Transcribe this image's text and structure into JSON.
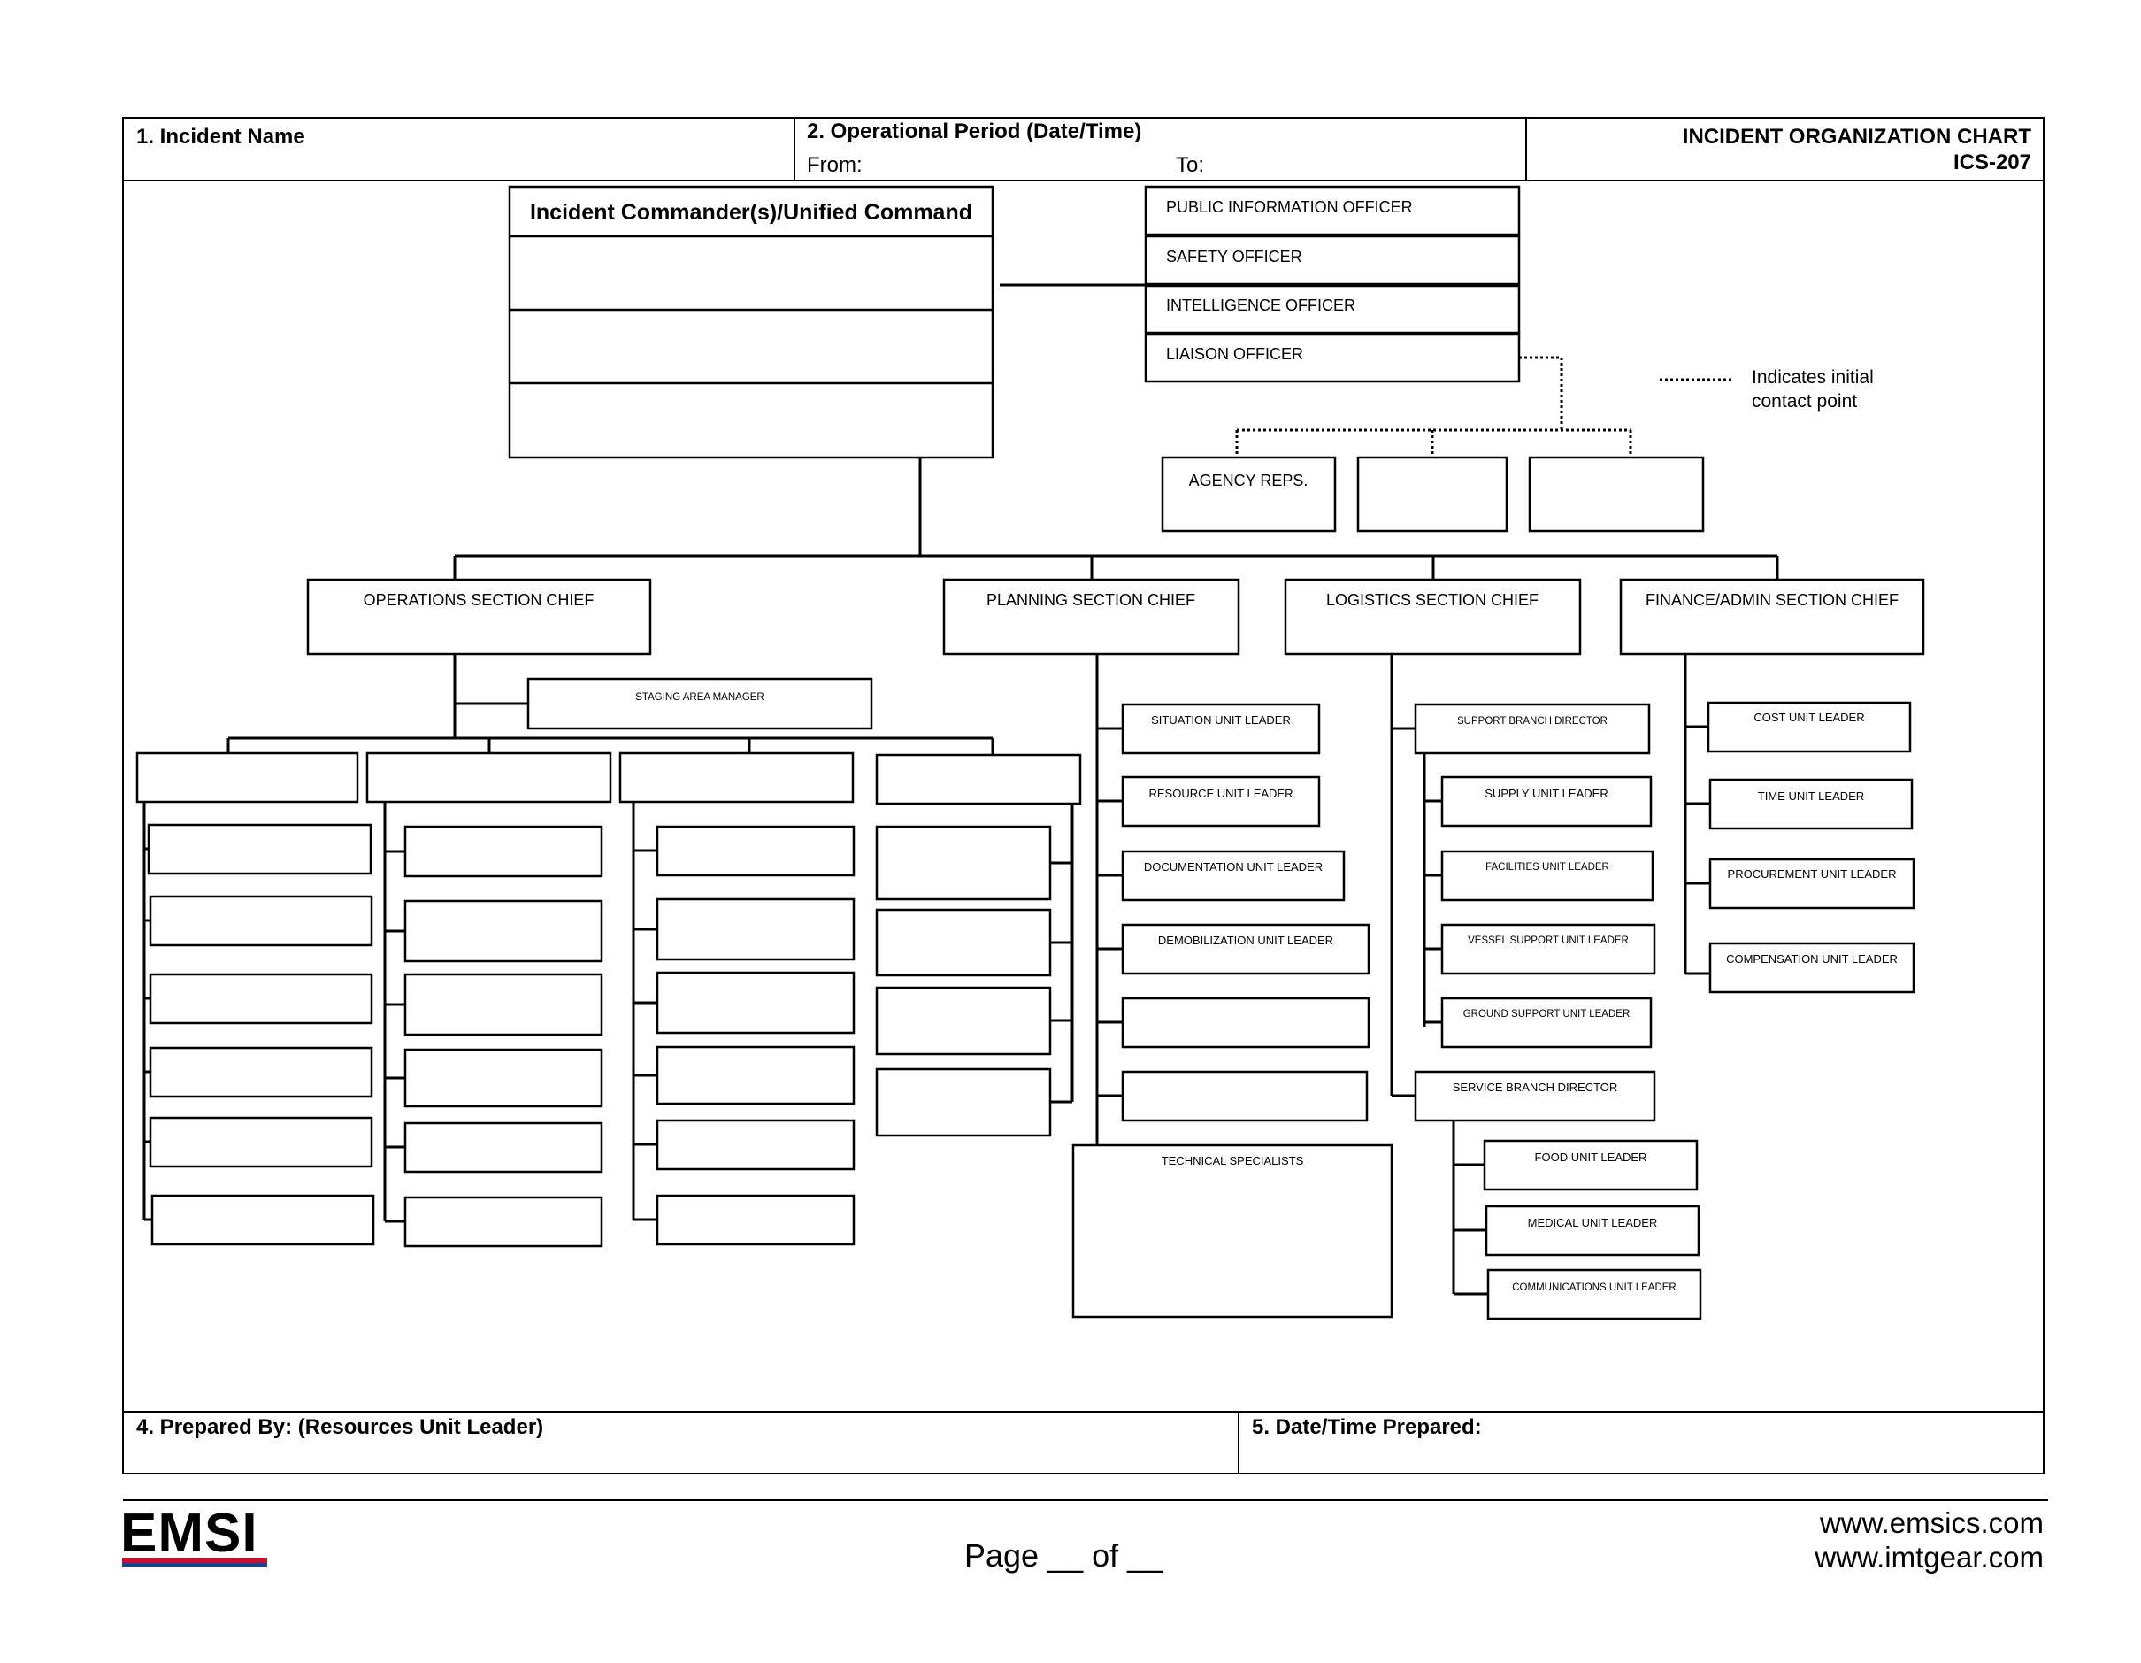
{
  "header": {
    "incident_name_label": "1. Incident Name",
    "op_period_label": "2. Operational Period (Date/Time)",
    "from_label": "From:",
    "to_label": "To:",
    "form_title": "INCIDENT ORGANIZATION CHART",
    "form_code": "ICS-207"
  },
  "command": {
    "title": "Incident Commander(s)/Unified Command",
    "staff": [
      "PUBLIC INFORMATION OFFICER",
      "SAFETY OFFICER",
      "INTELLIGENCE OFFICER",
      "LIAISON OFFICER"
    ],
    "agency_reps": "AGENCY REPS."
  },
  "legend": {
    "line1": "Indicates initial",
    "line2": "contact point"
  },
  "sections": {
    "operations": "OPERATIONS SECTION CHIEF",
    "planning": "PLANNING SECTION CHIEF",
    "logistics": "LOGISTICS SECTION CHIEF",
    "finance": "FINANCE/ADMIN SECTION CHIEF"
  },
  "operations": {
    "staging": "STAGING AREA MANAGER"
  },
  "planning": {
    "units": [
      "SITUATION UNIT LEADER",
      "RESOURCE UNIT LEADER",
      "DOCUMENTATION UNIT LEADER",
      "DEMOBILIZATION UNIT LEADER"
    ],
    "technical": "TECHNICAL SPECIALISTS"
  },
  "logistics": {
    "support_branch": "SUPPORT BRANCH DIRECTOR",
    "support_units": [
      "SUPPLY UNIT LEADER",
      "FACILITIES UNIT LEADER",
      "VESSEL SUPPORT UNIT LEADER",
      "GROUND SUPPORT UNIT LEADER"
    ],
    "service_branch": "SERVICE BRANCH DIRECTOR",
    "service_units": [
      "FOOD UNIT LEADER",
      "MEDICAL UNIT LEADER",
      "COMMUNICATIONS UNIT LEADER"
    ]
  },
  "finance": {
    "units": [
      "COST UNIT LEADER",
      "TIME UNIT LEADER",
      "PROCUREMENT UNIT LEADER",
      "COMPENSATION UNIT LEADER"
    ]
  },
  "footer": {
    "prepared_by": "4.  Prepared By: (Resources Unit Leader)",
    "date_prepared": "5.  Date/Time Prepared:",
    "page": "Page __  of __",
    "url1": "www.emsics.com",
    "url2": "www.imtgear.com",
    "logo": "EMSI",
    "logo_red": "#c8102e",
    "logo_blue": "#1f3f8f"
  }
}
